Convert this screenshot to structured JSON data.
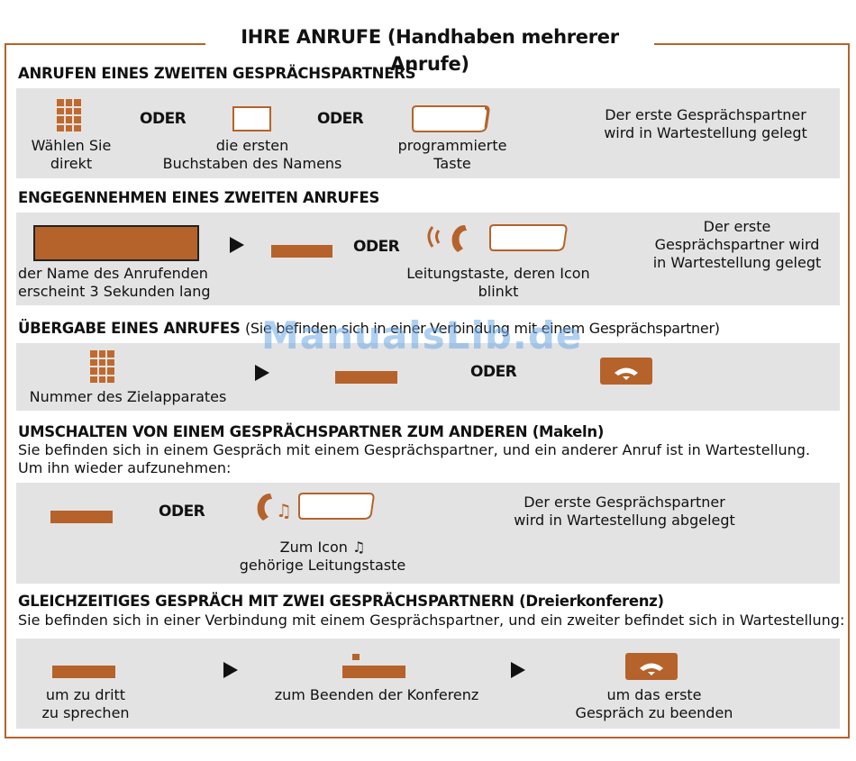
{
  "page_title": "IHRE ANRUFE (Handhaben mehrerer Anrufe)",
  "watermark": "ManualsLib.de",
  "colors": {
    "accent": "#b5632b",
    "panel": "#e3e3e3"
  },
  "s1": {
    "title": "ANRUFEN EINES ZWEITEN GESPRÄCHSPARTNERS",
    "or1": "ODER",
    "or2": "ODER",
    "c1a": "Wählen Sie",
    "c1b": "direkt",
    "c2a": "die ersten",
    "c2b": "Buchstaben des Namens",
    "c3a": "programmierte",
    "c3b": "Taste",
    "r1": "Der erste Gesprächspartner",
    "r2": "wird in Wartestellung gelegt"
  },
  "s2": {
    "title": "ENGEGENNEHMEN EINES ZWEITEN ANRUFES",
    "or": "ODER",
    "c1a": "der Name des Anrufenden",
    "c1b": "erscheint 3 Sekunden lang",
    "c2a": "Leitungstaste, deren Icon",
    "c2b": "blinkt",
    "r1": "Der erste",
    "r2": "Gesprächspartner wird",
    "r3": "in Wartestellung gelegt"
  },
  "s3": {
    "title": "ÜBERGABE EINES ANRUFES",
    "sub": "(Sie befinden sich in einer Verbindung mit einem Gesprächspartner)",
    "or": "ODER",
    "c1": "Nummer des Zielapparates"
  },
  "s4": {
    "title": "UMSCHALTEN VON EINEM GESPRÄCHSPARTNER ZUM ANDEREN (Makeln)",
    "intro1": "Sie befinden sich in einem Gespräch mit einem Gesprächspartner, und ein anderer Anruf ist in Wartestellung.",
    "intro2": "Um ihn wieder aufzunehmen:",
    "or": "ODER",
    "c1a": "Zum Icon",
    "c1b": "gehörige Leitungstaste",
    "r1": "Der erste Gesprächspartner",
    "r2": "wird in Wartestellung abgelegt"
  },
  "s5": {
    "title": "GLEICHZEITIGES GESPRÄCH MIT ZWEI GESPRÄCHSPARTNERN (Dreierkonferenz)",
    "intro": "Sie befinden sich in einer Verbindung mit einem Gesprächspartner, und ein zweiter befindet sich in Wartestellung:",
    "c1a": "um zu dritt",
    "c1b": "zu sprechen",
    "c2": "zum Beenden der Konferenz",
    "c3a": "um das erste",
    "c3b": "Gespräch zu beenden"
  },
  "icons": [
    "keypad-icon",
    "key-icon",
    "programmed-key-icon",
    "ringing-handset-icon",
    "music-handset-icon",
    "hangup-icon",
    "arrow-right-icon"
  ]
}
